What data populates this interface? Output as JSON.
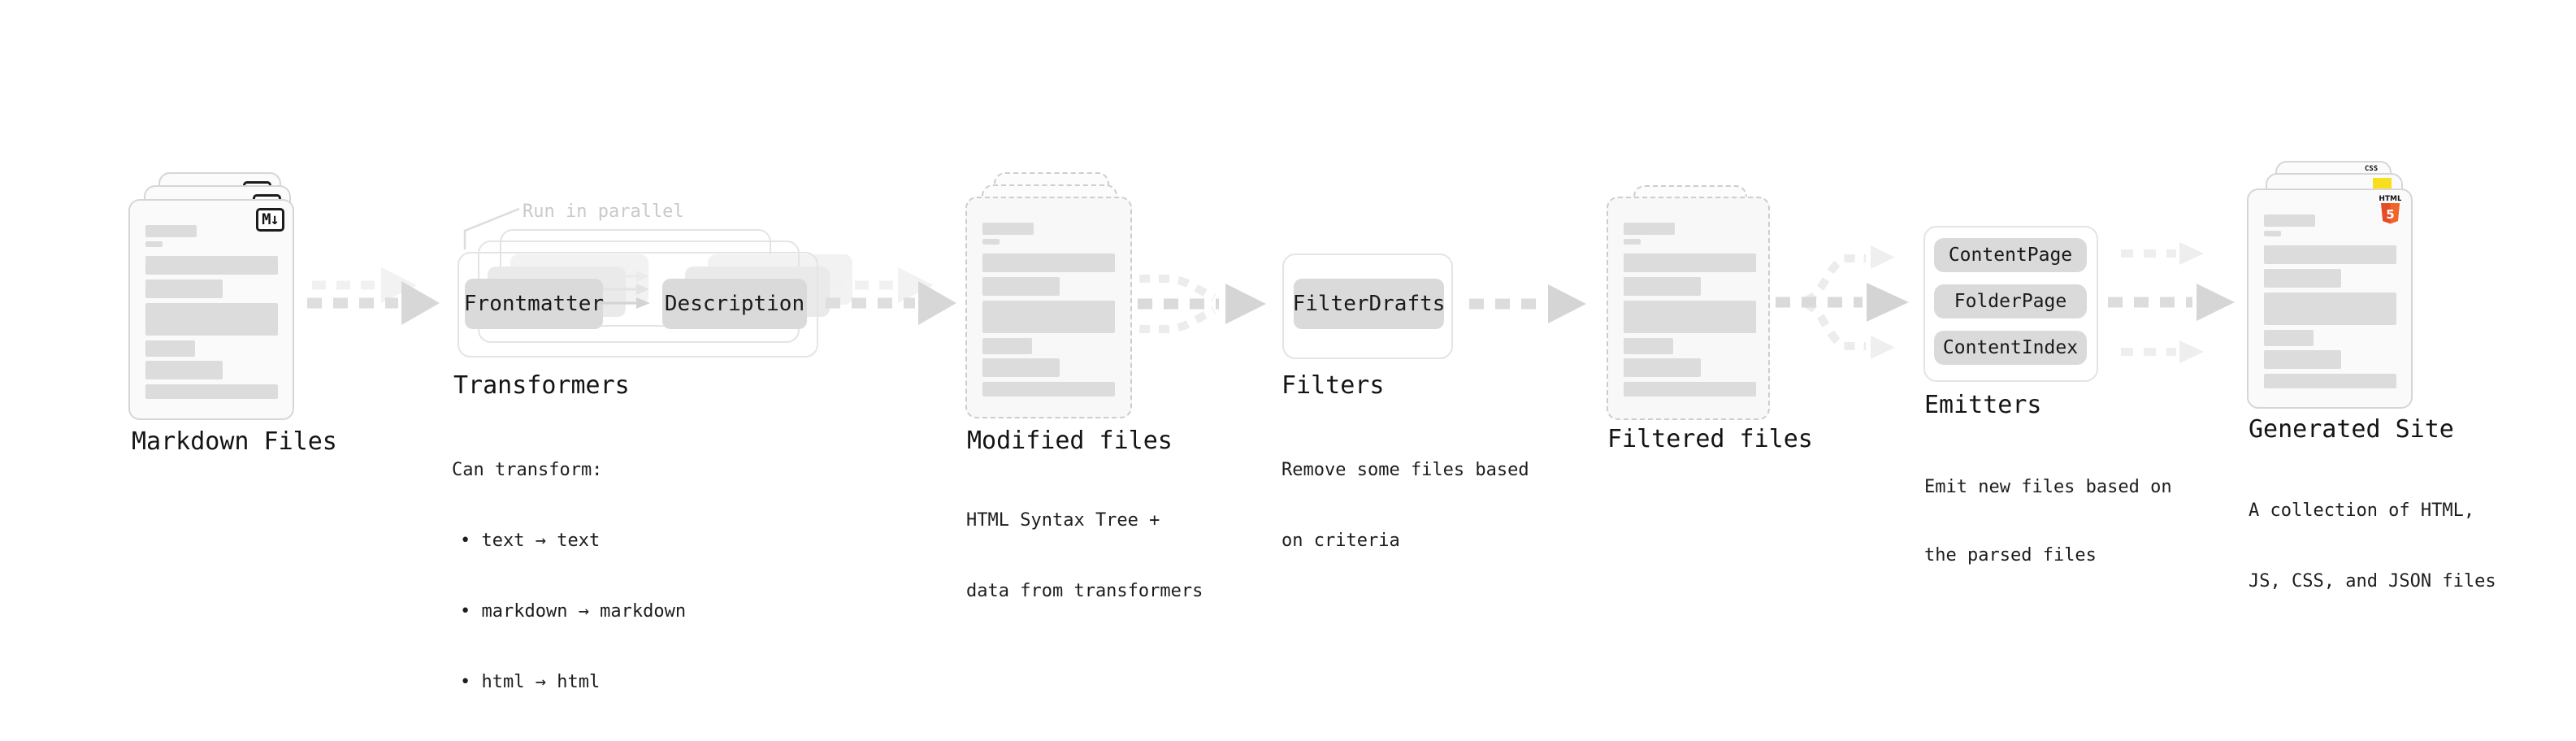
{
  "stages": {
    "markdown_files": {
      "label": "Markdown Files",
      "badge": "M↓"
    },
    "transformers": {
      "annotation": "Run in parallel",
      "heading": "Transformers",
      "nodes": [
        "Frontmatter",
        "Description"
      ],
      "body_heading": "Can transform:",
      "bullets": [
        "• text → text",
        "• markdown → markdown",
        "• html → html"
      ]
    },
    "modified_files": {
      "label": "Modified files",
      "subtext": [
        "HTML Syntax Tree +",
        "data from transformers"
      ]
    },
    "filters": {
      "heading": "Filters",
      "nodes": [
        "FilterDrafts"
      ],
      "subtext": [
        "Remove some files based",
        "on criteria"
      ]
    },
    "filtered_files": {
      "label": "Filtered files"
    },
    "emitters": {
      "heading": "Emitters",
      "nodes": [
        "ContentPage",
        "FolderPage",
        "ContentIndex"
      ],
      "subtext": [
        "Emit new files based on",
        "the parsed files"
      ]
    },
    "generated_site": {
      "label": "Generated Site",
      "subtext": [
        "A collection of HTML,",
        "JS, CSS, and JSON files"
      ],
      "badges": {
        "css": "CSS",
        "html_label": "HTML",
        "html_number": "5"
      }
    }
  },
  "colors": {
    "html5_orange": "#e44d26",
    "html5_orange_light": "#f16529",
    "js_yellow": "#f7df1e",
    "css_blue": "#2b62ed",
    "node_gray": "#dadada",
    "arrow_gray": "#d5d5d5",
    "ghost_arrow_gray": "#f0f0f0",
    "text_dark": "#1a1a1a"
  }
}
